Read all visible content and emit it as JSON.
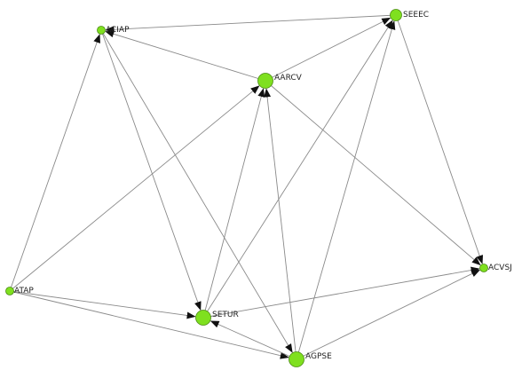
{
  "colors": {
    "node_fill": "#7fe01f",
    "edge": "#8a8a8a",
    "label": "#222222",
    "background": "#ffffff"
  },
  "nodes": [
    {
      "id": "ACIAP",
      "label": "ACIAP",
      "size": "small"
    },
    {
      "id": "SEEEC",
      "label": "SEEEC",
      "size": "medium"
    },
    {
      "id": "AARCV",
      "label": "AARCV",
      "size": "large"
    },
    {
      "id": "ACVSJ",
      "label": "ACVSJ",
      "size": "small"
    },
    {
      "id": "ATAP",
      "label": "ATAP",
      "size": "small"
    },
    {
      "id": "SETUR",
      "label": "SETUR",
      "size": "large"
    },
    {
      "id": "AGPSE",
      "label": "AGPSE",
      "size": "large"
    }
  ],
  "edges": [
    {
      "from": "AARCV",
      "to": "ACIAP"
    },
    {
      "from": "SEEEC",
      "to": "ACIAP"
    },
    {
      "from": "AARCV",
      "to": "SEEEC"
    },
    {
      "from": "ACIAP",
      "to": "SETUR"
    },
    {
      "from": "ACIAP",
      "to": "AGPSE"
    },
    {
      "from": "ATAP",
      "to": "ACIAP"
    },
    {
      "from": "ATAP",
      "to": "AARCV"
    },
    {
      "from": "ATAP",
      "to": "SETUR"
    },
    {
      "from": "ATAP",
      "to": "AGPSE"
    },
    {
      "from": "SETUR",
      "to": "AARCV"
    },
    {
      "from": "AGPSE",
      "to": "AARCV"
    },
    {
      "from": "AARCV",
      "to": "ACVSJ"
    },
    {
      "from": "SETUR",
      "to": "SEEEC"
    },
    {
      "from": "AGPSE",
      "to": "SEEEC"
    },
    {
      "from": "SEEEC",
      "to": "ACVSJ"
    },
    {
      "from": "SETUR",
      "to": "ACVSJ"
    },
    {
      "from": "AGPSE",
      "to": "ACVSJ"
    },
    {
      "from": "AGPSE",
      "to": "SETUR"
    }
  ]
}
